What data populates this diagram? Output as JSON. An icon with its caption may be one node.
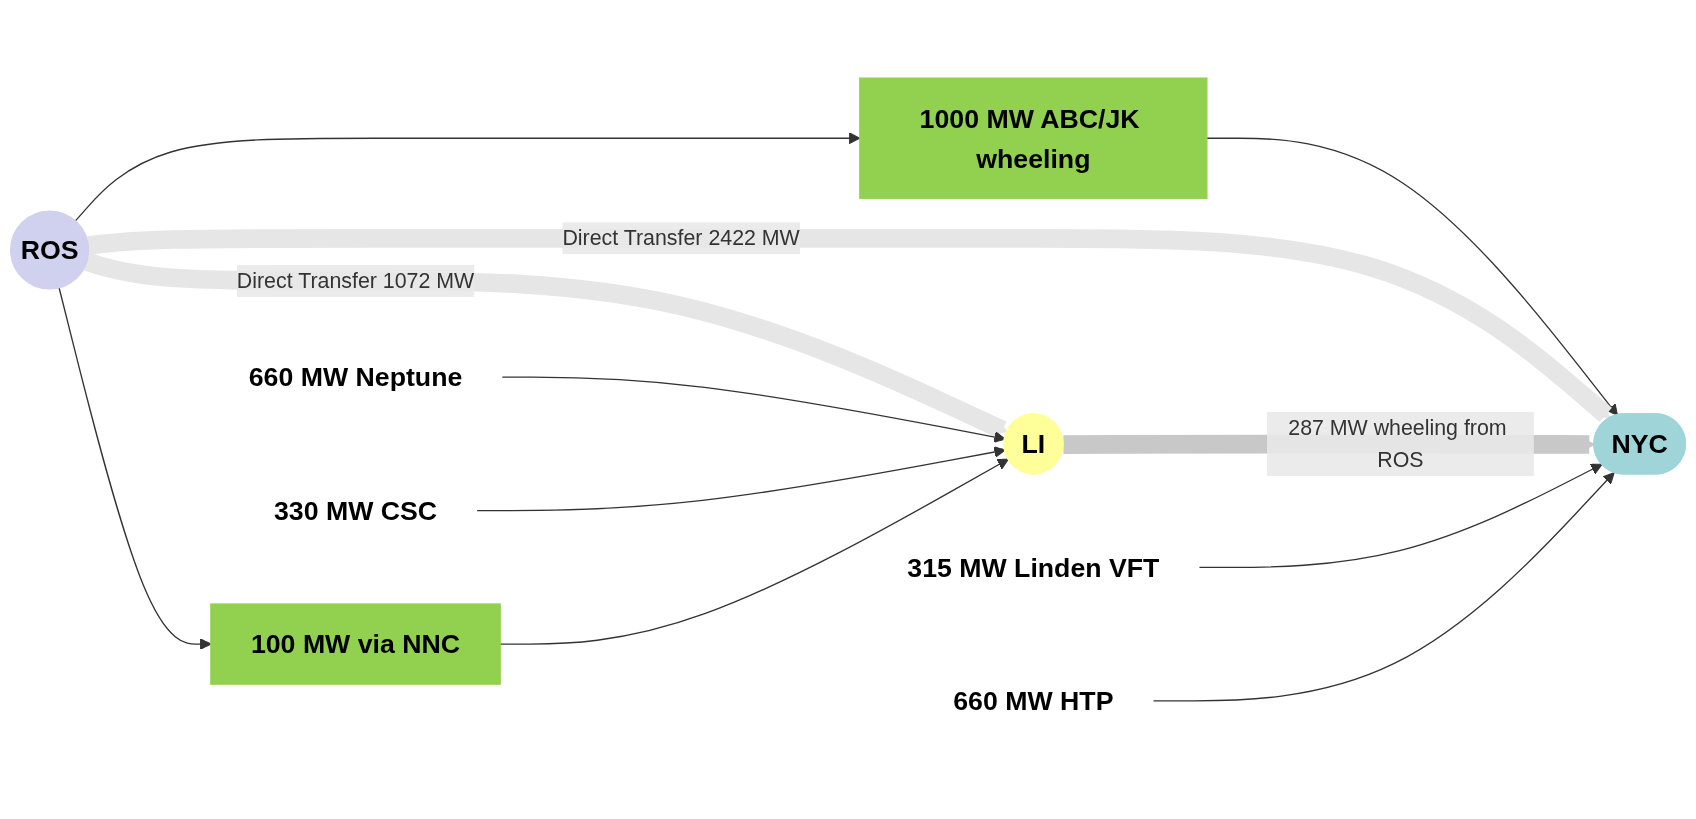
{
  "diagram": {
    "nodes": [
      {
        "text": [
          "ROS"
        ]
      },
      {
        "text": [
          "1000 MW ABC/JK wheeling"
        ]
      },
      {
        "text": [
          "NYC"
        ]
      },
      {
        "text": [
          "315 MW Linden VFT"
        ]
      },
      {
        "text": [
          "660 MW HTP"
        ]
      },
      {
        "text": [
          "LI"
        ]
      },
      {
        "text": [
          "660 MW Neptune"
        ]
      },
      {
        "text": [
          "330 MW CSC"
        ]
      },
      {
        "text": [
          "100 MW  via NNC"
        ]
      }
    ],
    "edges": [
      {
        "from": 0,
        "to": 1,
        "arrow": "to"
      },
      {
        "from": 1,
        "to": 2,
        "arrow": "to"
      },
      {
        "from": 0,
        "to": 2,
        "arrow": "to",
        "label": "Direct Transfer 2422 MW",
        "style": "thick",
        "color": "#e6e6e6"
      },
      {
        "from": 0,
        "to": 5,
        "arrow": "to",
        "label": "Direct Transfer 1072 MW",
        "style": "thick",
        "color": "#e6e6e6"
      },
      {
        "from": 5,
        "to": 2,
        "arrow": "to",
        "label": "287 MW wheeling from ROS",
        "style": "thick",
        "color": "#c8c8c8"
      },
      {
        "from": 3,
        "to": 2,
        "arrow": "to"
      },
      {
        "from": 4,
        "to": 2,
        "arrow": "to"
      },
      {
        "from": 6,
        "to": 5,
        "arrow": "to"
      },
      {
        "from": 7,
        "to": 5,
        "arrow": "to"
      },
      {
        "from": 0,
        "to": 8,
        "arrow": "to"
      },
      {
        "from": 8,
        "to": 5,
        "arrow": "to"
      }
    ]
  }
}
